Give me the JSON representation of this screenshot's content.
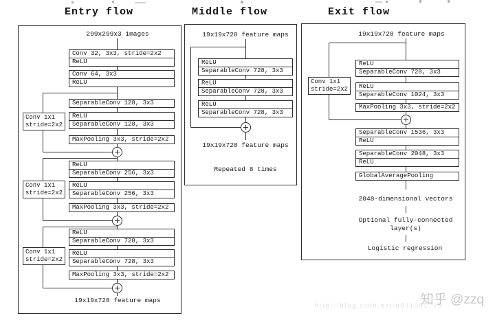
{
  "titles": {
    "entry": "Entry flow",
    "middle": "Middle flow",
    "exit": "Exit flow"
  },
  "entry": {
    "input_label": "299x299x3 images",
    "output_label": "19x19x728 feature maps",
    "boxes": [
      [
        "Conv 32, 3x3, stride=2x2",
        "ReLU"
      ],
      [
        "Conv 64, 3x3",
        "ReLU"
      ],
      [
        "SeparableConv 128, 3x3"
      ],
      [
        "ReLU",
        "SeparableConv 128, 3x3"
      ],
      [
        "MaxPooling 3x3, stride=2x2"
      ],
      [
        "ReLU",
        "SeparableConv 256, 3x3"
      ],
      [
        "ReLU",
        "SeparableConv 256, 3x3"
      ],
      [
        "MaxPooling 3x3, stride=2x2"
      ],
      [
        "ReLU",
        "SeparableConv 728, 3x3"
      ],
      [
        "ReLU",
        "SeparableConv 728, 3x3"
      ],
      [
        "MaxPooling 3x3, stride=2x2"
      ]
    ],
    "skip_box": [
      "Conv 1x1",
      "stride=2x2"
    ]
  },
  "middle": {
    "input_label": "19x19x728 feature maps",
    "output_label": "19x19x728 feature maps",
    "repeat_label": "Repeated 8 times",
    "boxes": [
      [
        "ReLU",
        "SeparableConv 728, 3x3"
      ],
      [
        "ReLU",
        "SeparableConv 728, 3x3"
      ],
      [
        "ReLU",
        "SeparableConv 728, 3x3"
      ]
    ]
  },
  "exit": {
    "input_label": "19x19x728 feature maps",
    "boxes": [
      [
        "ReLU",
        "SeparableConv 728, 3x3"
      ],
      [
        "ReLU",
        "SeparableConv 1024, 3x3"
      ],
      [
        "MaxPooling 3x3, stride=2x2"
      ],
      [
        "SeparableConv 1536, 3x3",
        "ReLU"
      ],
      [
        "SeparableConv 2048, 3x3",
        "ReLU"
      ],
      [
        "GlobalAveragePooling"
      ]
    ],
    "skip_box": [
      "Conv 1x1",
      "stride=2x2"
    ],
    "vector_label": "2048-dimensional vectors",
    "fc_label_line1": "Optional fully-connected",
    "fc_label_line2": "layer(s)",
    "output_label": "Logistic regression"
  },
  "watermark": {
    "zhihu": "知乎 @zzq",
    "url": "http://blog.csdn.net/u011995719"
  },
  "colors": {
    "line": "#2d2d2d",
    "text": "#1a1a1a",
    "background": "#ffffff",
    "watermark_dark": "#c9c9c9",
    "watermark_light": "#e2e2e2"
  }
}
